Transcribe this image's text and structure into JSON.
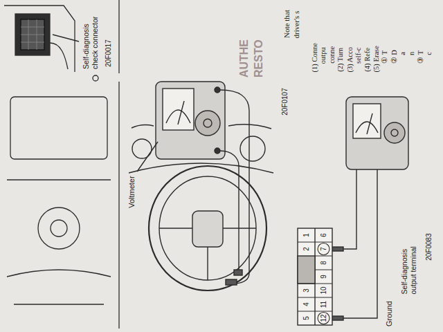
{
  "diagram": {
    "labels": [
      "Note that",
      "driver's s",
      "(1) Conne",
      "outpu",
      "conne",
      "(2) Turn",
      "(3) Acco",
      "self-c",
      "(4) Refe",
      "(5) Erase",
      "① T",
      "② D",
      "a",
      "n",
      "③ T",
      "c",
      "AUTHE",
      "RESTO",
      "Self-diagnosis check connector",
      "20F0017",
      "Voltmeter",
      "20F0107",
      "Ground",
      "Self-diagnosis output terminal",
      "20F0083",
      "5",
      "4",
      "3",
      "2",
      "1",
      "12",
      "11",
      "10",
      "9",
      "8",
      "7",
      "6"
    ]
  }
}
